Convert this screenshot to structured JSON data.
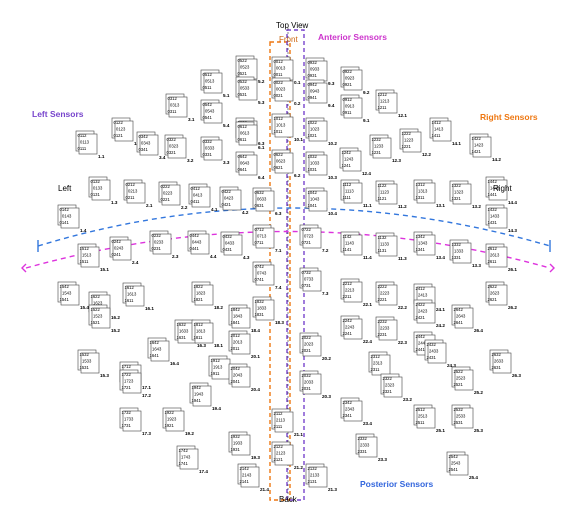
{
  "header": {
    "title": "Top View",
    "front": "Front",
    "back": "Back"
  },
  "side_labels": {
    "left": "Left",
    "right": "Right"
  },
  "regions": {
    "anterior": {
      "label": "Anterior Sensors",
      "color": "#cc33cc"
    },
    "left": {
      "label": "Left Sensors",
      "color": "#7744cc"
    },
    "right": {
      "label": "Right Sensors",
      "color": "#ee7711"
    },
    "posterior": {
      "label": "Posterior Sensors",
      "color": "#3366dd"
    }
  },
  "colors": {
    "orange": "#ee7711",
    "purple": "#7744cc",
    "blue": "#3377dd",
    "magenta": "#dd33dd"
  },
  "sensors": [
    {
      "ids": [
        "0522",
        "0523",
        "0521"
      ],
      "pos": "5.2"
    },
    {
      "ids": [
        "0012",
        "0013",
        "0011"
      ],
      "pos": "0.1"
    },
    {
      "ids": [
        "0932",
        "0933",
        "0931"
      ],
      "pos": "9.3"
    },
    {
      "ids": [
        "0922",
        "0923",
        "0921"
      ],
      "pos": "9.2"
    },
    {
      "ids": [
        "0512",
        "0513",
        "0511"
      ],
      "pos": "5.1"
    },
    {
      "ids": [
        "0532",
        "0533",
        "0531"
      ],
      "pos": "5.3"
    },
    {
      "ids": [
        "0022",
        "0023",
        "0021"
      ],
      "pos": "0.2"
    },
    {
      "ids": [
        "0942",
        "0943",
        "0941"
      ],
      "pos": "9.4"
    },
    {
      "ids": [
        "0912",
        "0913",
        "0911"
      ],
      "pos": "9.1"
    },
    {
      "ids": [
        "0312",
        "0313",
        "0311"
      ],
      "pos": "3.1"
    },
    {
      "ids": [
        "0542",
        "0543",
        "0541"
      ],
      "pos": "5.4"
    },
    {
      "ids": [
        "0632",
        "0633",
        "0631"
      ],
      "pos": "6.3"
    },
    {
      "ids": [
        "1212",
        "1213",
        "1211"
      ],
      "pos": "12.1"
    },
    {
      "ids": [
        "0122",
        "0123",
        "0121"
      ],
      "pos": "1.2"
    },
    {
      "ids": [
        "0342",
        "0343",
        "0341"
      ],
      "pos": "3.4"
    },
    {
      "ids": [
        "0612",
        "0613",
        "0611"
      ],
      "pos": "6.1"
    },
    {
      "ids": [
        "1012",
        "1013",
        "1011"
      ],
      "pos": "10.1"
    },
    {
      "ids": [
        "1022",
        "1023",
        "1021"
      ],
      "pos": "10.2"
    },
    {
      "ids": [
        "1222",
        "1223",
        "1221"
      ],
      "pos": "12.2"
    },
    {
      "ids": [
        "1412",
        "1413",
        "1411"
      ],
      "pos": "14.1"
    },
    {
      "ids": [
        "0112",
        "0113",
        "0111"
      ],
      "pos": "1.1"
    },
    {
      "ids": [
        "0322",
        "0323",
        "0321"
      ],
      "pos": "3.2"
    },
    {
      "ids": [
        "0332",
        "0333",
        "0331"
      ],
      "pos": "3.3"
    },
    {
      "ids": [
        "0642",
        "0643",
        "0641"
      ],
      "pos": "6.4"
    },
    {
      "ids": [
        "0622",
        "0623",
        "0621"
      ],
      "pos": "6.2"
    },
    {
      "ids": [
        "1032",
        "1033",
        "1031"
      ],
      "pos": "10.3"
    },
    {
      "ids": [
        "1242",
        "1243",
        "1241"
      ],
      "pos": "12.4"
    },
    {
      "ids": [
        "1232",
        "1233",
        "1231"
      ],
      "pos": "12.3"
    },
    {
      "ids": [
        "1422",
        "1423",
        "1421"
      ],
      "pos": "14.2"
    },
    {
      "ids": [
        "0132",
        "0133",
        "0131"
      ],
      "pos": "1.3"
    },
    {
      "ids": [
        "0212",
        "0213",
        "0211"
      ],
      "pos": "2.1"
    },
    {
      "ids": [
        "0222",
        "0223",
        "0221"
      ],
      "pos": "2.2"
    },
    {
      "ids": [
        "0412",
        "0413",
        "0411"
      ],
      "pos": "4.1"
    },
    {
      "ids": [
        "0422",
        "0423",
        "0421"
      ],
      "pos": "4.2"
    },
    {
      "ids": [
        "0632",
        "0633",
        "0631"
      ],
      "pos": "6.3"
    },
    {
      "ids": [
        "1042",
        "1043",
        "1041"
      ],
      "pos": "10.4"
    },
    {
      "ids": [
        "1112",
        "1113",
        "1111"
      ],
      "pos": "11.1"
    },
    {
      "ids": [
        "1122",
        "1123",
        "1121"
      ],
      "pos": "11.2"
    },
    {
      "ids": [
        "1312",
        "1313",
        "1311"
      ],
      "pos": "13.1"
    },
    {
      "ids": [
        "1322",
        "1323",
        "1321"
      ],
      "pos": "13.2"
    },
    {
      "ids": [
        "1442",
        "1443",
        "1441"
      ],
      "pos": "14.4"
    },
    {
      "ids": [
        "0142",
        "0143",
        "0141"
      ],
      "pos": "1.4"
    },
    {
      "ids": [
        "0242",
        "0243",
        "0241"
      ],
      "pos": "2.4"
    },
    {
      "ids": [
        "0232",
        "0233",
        "0231"
      ],
      "pos": "2.3"
    },
    {
      "ids": [
        "0442",
        "0443",
        "0441"
      ],
      "pos": "4.4"
    },
    {
      "ids": [
        "0432",
        "0433",
        "0431"
      ],
      "pos": "4.3"
    },
    {
      "ids": [
        "0712",
        "0713",
        "0711"
      ],
      "pos": "7.1"
    },
    {
      "ids": [
        "0722",
        "0723",
        "0721"
      ],
      "pos": "7.2"
    },
    {
      "ids": [
        "1142",
        "1143",
        "1141"
      ],
      "pos": "11.4"
    },
    {
      "ids": [
        "1132",
        "1133",
        "1131"
      ],
      "pos": "11.3"
    },
    {
      "ids": [
        "1342",
        "1343",
        "1341"
      ],
      "pos": "13.4"
    },
    {
      "ids": [
        "1332",
        "1333",
        "1331"
      ],
      "pos": "13.3"
    },
    {
      "ids": [
        "1432",
        "1433",
        "1431"
      ],
      "pos": "14.3"
    },
    {
      "ids": [
        "1512",
        "1513",
        "1511"
      ],
      "pos": "15.1"
    },
    {
      "ids": [
        "2612",
        "2613",
        "2611"
      ],
      "pos": "26.1"
    },
    {
      "ids": [
        "1542",
        "1543",
        "1541"
      ],
      "pos": "15.4"
    },
    {
      "ids": [
        "1622",
        "1623",
        "1621"
      ],
      "pos": "16.2"
    },
    {
      "ids": [
        "1612",
        "1613",
        "1611"
      ],
      "pos": "16.1"
    },
    {
      "ids": [
        "1822",
        "1823",
        "1821"
      ],
      "pos": "18.2"
    },
    {
      "ids": [
        "0742",
        "0743",
        "0741"
      ],
      "pos": "7.4"
    },
    {
      "ids": [
        "0732",
        "0733",
        "0731"
      ],
      "pos": "7.3"
    },
    {
      "ids": [
        "2212",
        "2213",
        "2211"
      ],
      "pos": "22.1"
    },
    {
      "ids": [
        "2222",
        "2223",
        "2221"
      ],
      "pos": "22.2"
    },
    {
      "ids": [
        "2412",
        "2413",
        "2411"
      ],
      "pos": "24.1"
    },
    {
      "ids": [
        "2622",
        "2623",
        "2621"
      ],
      "pos": "26.2"
    },
    {
      "ids": [
        "1522",
        "1523",
        "1521"
      ],
      "pos": "15.2"
    },
    {
      "ids": [
        "1632",
        "1633",
        "1631"
      ],
      "pos": "16.3"
    },
    {
      "ids": [
        "1812",
        "1813",
        "1811"
      ],
      "pos": "18.1"
    },
    {
      "ids": [
        "1842",
        "1843",
        "1841"
      ],
      "pos": "18.4"
    },
    {
      "ids": [
        "1832",
        "1833",
        "1831"
      ],
      "pos": "18.3"
    },
    {
      "ids": [
        "2242",
        "2243",
        "2241"
      ],
      "pos": "22.4"
    },
    {
      "ids": [
        "2232",
        "2233",
        "2231"
      ],
      "pos": "22.3"
    },
    {
      "ids": [
        "2422",
        "2423",
        "2421"
      ],
      "pos": "24.2"
    },
    {
      "ids": [
        "2642",
        "2643",
        "2641"
      ],
      "pos": "26.4"
    },
    {
      "ids": [
        "1532",
        "1533",
        "1531"
      ],
      "pos": "15.3"
    },
    {
      "ids": [
        "1642",
        "1643",
        "1641"
      ],
      "pos": "16.4"
    },
    {
      "ids": [
        "2012",
        "2013",
        "2011"
      ],
      "pos": "20.1"
    },
    {
      "ids": [
        "2022",
        "2023",
        "2021"
      ],
      "pos": "20.2"
    },
    {
      "ids": [
        "2442",
        "2443",
        "2441"
      ],
      "pos": "24.4"
    },
    {
      "ids": [
        "2432",
        "2433",
        "2431"
      ],
      "pos": "24.3"
    },
    {
      "ids": [
        "2632",
        "2633",
        "2631"
      ],
      "pos": "26.3"
    },
    {
      "ids": [
        "1712",
        "1713",
        "1711"
      ],
      "pos": "17.1"
    },
    {
      "ids": [
        "1912",
        "1913",
        "1911"
      ],
      "pos": "19.1"
    },
    {
      "ids": [
        "2042",
        "2043",
        "2041"
      ],
      "pos": "20.4"
    },
    {
      "ids": [
        "2032",
        "2033",
        "2031"
      ],
      "pos": "20.3"
    },
    {
      "ids": [
        "2312",
        "2313",
        "2311"
      ],
      "pos": "23.1"
    },
    {
      "ids": [
        "2522",
        "2523",
        "2521"
      ],
      "pos": "25.2"
    },
    {
      "ids": [
        "1722",
        "1723",
        "1721"
      ],
      "pos": "17.2"
    },
    {
      "ids": [
        "1942",
        "1943",
        "1941"
      ],
      "pos": "19.4"
    },
    {
      "ids": [
        "2322",
        "2323",
        "2321"
      ],
      "pos": "23.2"
    },
    {
      "ids": [
        "2532",
        "2533",
        "2531"
      ],
      "pos": "25.3"
    },
    {
      "ids": [
        "1732",
        "1733",
        "1731"
      ],
      "pos": "17.3"
    },
    {
      "ids": [
        "1922",
        "1923",
        "1921"
      ],
      "pos": "19.2"
    },
    {
      "ids": [
        "2112",
        "2113",
        "2111"
      ],
      "pos": "21.1"
    },
    {
      "ids": [
        "2342",
        "2343",
        "2341"
      ],
      "pos": "23.4"
    },
    {
      "ids": [
        "2512",
        "2513",
        "2511"
      ],
      "pos": "25.1"
    },
    {
      "ids": [
        "1742",
        "1743",
        "1741"
      ],
      "pos": "17.4"
    },
    {
      "ids": [
        "1932",
        "1933",
        "1931"
      ],
      "pos": "19.3"
    },
    {
      "ids": [
        "2122",
        "2123",
        "2121"
      ],
      "pos": "21.2"
    },
    {
      "ids": [
        "2332",
        "2333",
        "2331"
      ],
      "pos": "23.3"
    },
    {
      "ids": [
        "2542",
        "2543",
        "2541"
      ],
      "pos": "25.4"
    },
    {
      "ids": [
        "2142",
        "2143",
        "2141"
      ],
      "pos": "21.4"
    },
    {
      "ids": [
        "2132",
        "2133",
        "2131"
      ],
      "pos": "21.3"
    }
  ]
}
